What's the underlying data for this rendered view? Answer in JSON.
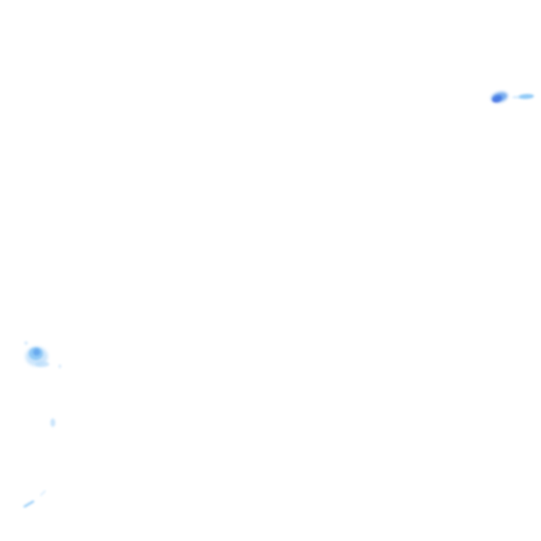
{
  "map": {
    "layer": "precipitation-radar",
    "palette": {
      "light": "#b8dcfa",
      "medium": "#7cc0f5",
      "strong": "#4a90e8",
      "heavy": "#2d5be0",
      "core": "#3a3ad8"
    },
    "echoes": [
      {
        "id": "echo-northeast-core",
        "intensity": "core"
      },
      {
        "id": "echo-northeast-core-halo",
        "intensity": "strong"
      },
      {
        "id": "echo-northeast-streak",
        "intensity": "medium"
      },
      {
        "id": "echo-northeast-streak-tail",
        "intensity": "light"
      },
      {
        "id": "echo-west-cell-outer",
        "intensity": "light"
      },
      {
        "id": "echo-west-cell-inner",
        "intensity": "medium"
      },
      {
        "id": "echo-west-cell-core",
        "intensity": "strong"
      },
      {
        "id": "echo-west-cell-skirt",
        "intensity": "light"
      },
      {
        "id": "echo-west-speck",
        "intensity": "light"
      },
      {
        "id": "echo-west-dot",
        "intensity": "light"
      },
      {
        "id": "echo-southwest-spot",
        "intensity": "light"
      },
      {
        "id": "echo-southwest-line",
        "intensity": "medium"
      },
      {
        "id": "echo-southwest-line-tip",
        "intensity": "light"
      }
    ]
  }
}
